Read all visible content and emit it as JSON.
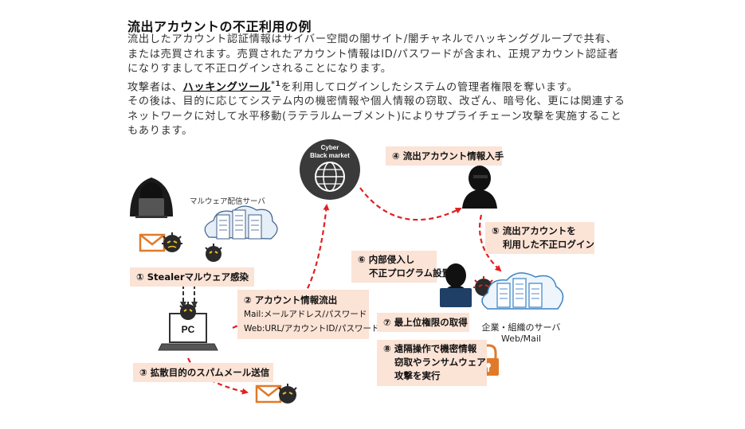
{
  "title": "流出アカウントの不正利用の例",
  "paragraphs": {
    "p1_line1": "流出したアカウント認証情報はサイバー空間の闇サイト/闇チャネルでハッキンググループで共有、",
    "p1_line2": "または売買されます。売買されたアカウント情報はID/パスワードが含まれ、正規アカウント認証者",
    "p1_line3": "になりすまして不正ログインされることになります。",
    "p2_pre": "攻撃者は、",
    "p2_emph": "ハッキングツール",
    "p2_sup": "*1",
    "p2_post": "を利用してログインしたシステムの管理者権限を奪います。",
    "p3_line1": "その後は、目的に応じてシステム内の機密情報や個人情報の窃取、改ざん、暗号化、更には関連する",
    "p3_line2": "ネットワークに対して水平移動(ラテラルムーブメント)によりサプライチェーン攻撃を実施すること",
    "p3_line3": "もあります。"
  },
  "diagram": {
    "cyber_market_line1": "Cyber",
    "cyber_market_line2": "Black market",
    "malware_server_caption": "マルウェア配信サーバ",
    "pc_label": "PC",
    "corp_server_caption_line1": "企業・組織のサーバ",
    "corp_server_caption_line2": "Web/Mail",
    "steps": {
      "s1": "① Stealerマルウェア感染",
      "s2_title": "② アカウント情報流出",
      "s2_mail": "Mail:メールアドレス/パスワード",
      "s2_web": "Web:URL/アカウントID/パスワード",
      "s3": "③ 拡散目的のスパムメール送信",
      "s4": "④ 流出アカウント情報入手",
      "s5_line1": "⑤ 流出アカウントを",
      "s5_line2": "利用した不正ログイン",
      "s6_line1": "⑥ 内部侵入し",
      "s6_line2": "不正プログラム設置",
      "s7": "⑦ 最上位権限の取得",
      "s8_line1": "⑧ 遠隔操作で機密情報",
      "s8_line2": "窃取やランサムウェア",
      "s8_line3": "攻撃を実行"
    },
    "colors": {
      "arrow_red": "#e02020",
      "label_bg": "#fbe3d6",
      "server_blue": "#3b82c4",
      "hacker_dark": "#1a1a1a",
      "email_orange": "#e07a2a",
      "lock_orange": "#e07a2a"
    }
  }
}
